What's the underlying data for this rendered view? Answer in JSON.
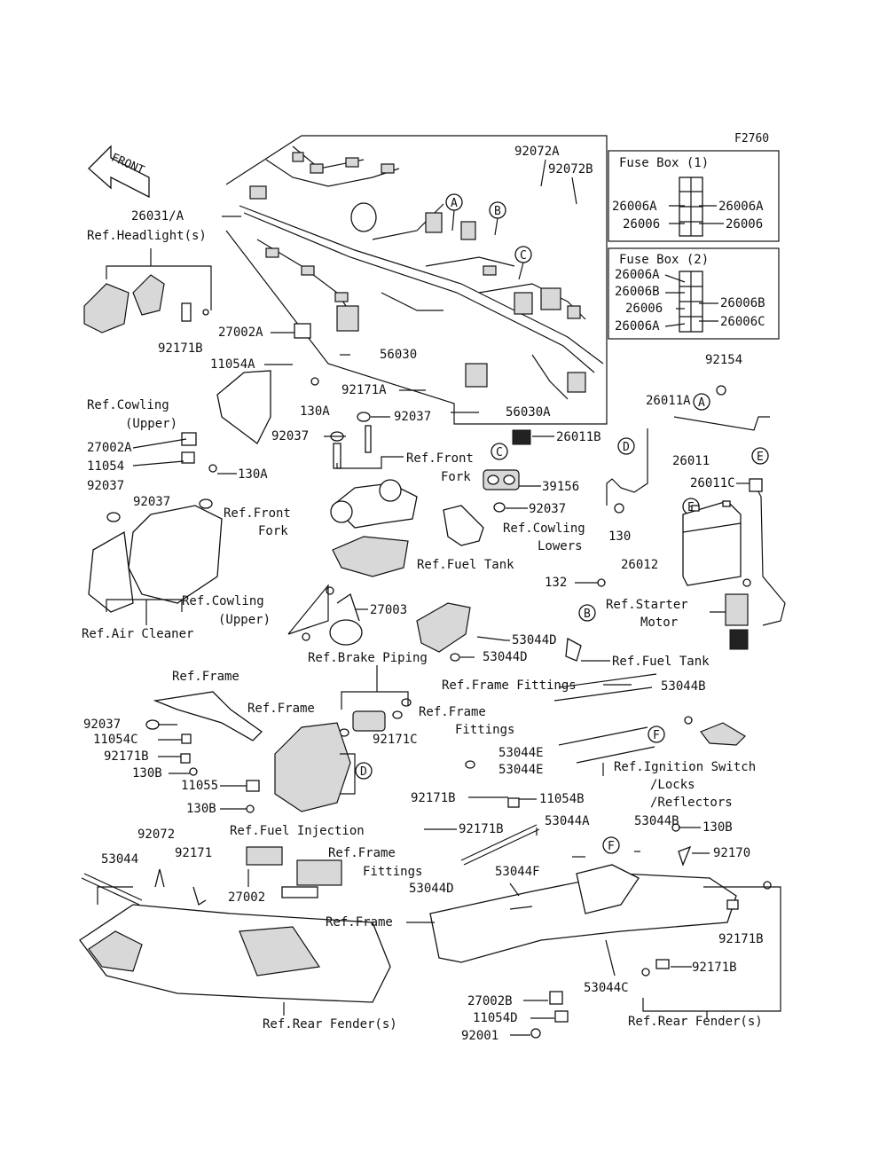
{
  "figure_id": "F2760",
  "front_arrow_label": "FRONT",
  "fuse_box_1": {
    "title": "Fuse Box (1)",
    "left_labels": [
      "26006A",
      "26006"
    ],
    "right_labels": [
      "26006A",
      "26006"
    ]
  },
  "fuse_box_2": {
    "title": "Fuse Box (2)",
    "left_labels": [
      "26006A",
      "26006B",
      "26006",
      "26006A"
    ],
    "right_labels": [
      "26006B",
      "26006C"
    ]
  },
  "callouts": {
    "A": "A",
    "B": "B",
    "C": "C",
    "D": "D",
    "E": "E",
    "F": "F"
  },
  "labels": {
    "p92072A": "92072A",
    "p92072B": "92072B",
    "p26031A": "26031/A",
    "ref_headlight": "Ref.Headlight(s)",
    "p92171B_1": "92171B",
    "p27002A_1": "27002A",
    "p11054A": "11054A",
    "p56030": "56030",
    "p92171A": "92171A",
    "p56030A": "56030A",
    "p92154": "92154",
    "ref_cowling_upper_1a": "Ref.Cowling",
    "ref_cowling_upper_1b": "(Upper)",
    "p130A_1": "130A",
    "p92037_1": "92037",
    "p92037_2": "92037",
    "p26011A": "26011A",
    "p27002A_2": "27002A",
    "p11054": "11054",
    "p130A_2": "130A",
    "ref_front_fork_1a": "Ref.Front",
    "ref_front_fork_1b": "Fork",
    "p26011B": "26011B",
    "p26011": "26011",
    "p92037_3": "92037",
    "p92037_4": "92037",
    "p39156": "39156",
    "p26011C": "26011C",
    "ref_front_fork_2a": "Ref.Front",
    "ref_front_fork_2b": "Fork",
    "p92037_5": "92037",
    "ref_cowling_lowers_a": "Ref.Cowling",
    "ref_cowling_lowers_b": "Lowers",
    "p130": "130",
    "ref_fuel_tank_1": "Ref.Fuel Tank",
    "p26012": "26012",
    "p132": "132",
    "ref_cowling_upper_2a": "Ref.Cowling",
    "ref_cowling_upper_2b": "(Upper)",
    "p27003": "27003",
    "ref_starter_a": "Ref.Starter",
    "ref_starter_b": "Motor",
    "ref_air_cleaner": "Ref.Air Cleaner",
    "p53044D_1": "53044D",
    "p53044D_2": "53044D",
    "ref_brake_piping": "Ref.Brake Piping",
    "ref_fuel_tank_2": "Ref.Fuel Tank",
    "ref_frame_1": "Ref.Frame",
    "ref_frame_fittings_1": "Ref.Frame Fittings",
    "p53044B_1": "53044B",
    "ref_frame_2": "Ref.Frame",
    "ref_frame_fittings_2a": "Ref.Frame",
    "ref_frame_fittings_2b": "Fittings",
    "p92037_6": "92037",
    "p11054C": "11054C",
    "p92171C": "92171C",
    "p53044E_1": "53044E",
    "p92171B_2": "92171B",
    "p53044E_2": "53044E",
    "ref_ignition_a": "Ref.Ignition Switch",
    "ref_ignition_b": "/Locks",
    "ref_ignition_c": "/Reflectors",
    "p130B_1": "130B",
    "p11055": "11055",
    "p92171B_3": "92171B",
    "p11054B": "11054B",
    "p130B_2": "130B",
    "p92171B_4": "92171B",
    "p53044A": "53044A",
    "p53044B_2": "53044B",
    "p130B_3": "130B",
    "ref_fuel_injection": "Ref.Fuel Injection",
    "p92072": "92072",
    "ref_frame_fittings_3a": "Ref.Frame",
    "ref_frame_fittings_3b": "Fittings",
    "p92170": "92170",
    "p53044": "53044",
    "p92171": "92171",
    "p53044F": "53044F",
    "p53044D_3": "53044D",
    "p27002": "27002",
    "ref_frame_3": "Ref.Frame",
    "p92171B_5": "92171B",
    "p27002B": "27002B",
    "p53044C": "53044C",
    "p92171B_6": "92171B",
    "p11054D": "11054D",
    "p92001": "92001",
    "ref_rear_fender_1": "Ref.Rear Fender(s)",
    "ref_rear_fender_2": "Ref.Rear Fender(s)"
  }
}
